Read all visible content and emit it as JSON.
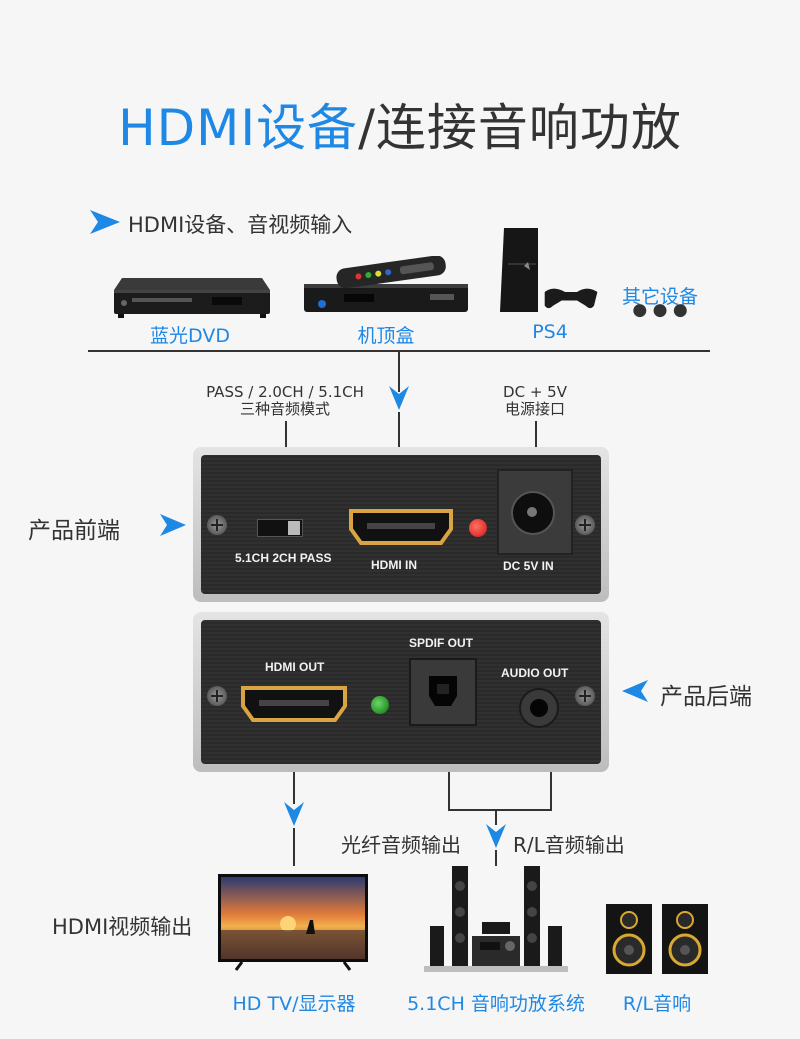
{
  "title": {
    "highlight": "HDMI设备",
    "rest": "/连接音响功放"
  },
  "input_section": {
    "heading": "HDMI设备、音视频输入",
    "devices": [
      {
        "label": "蓝光DVD"
      },
      {
        "label": "机顶盒"
      },
      {
        "label": "PS4"
      }
    ],
    "other_devices": "其它设备",
    "ellipsis": "● ● ●"
  },
  "front_notes": {
    "mode_line1": "PASS / 2.0CH / 5.1CH",
    "mode_line2": "三种音频模式",
    "power_line1": "DC + 5V",
    "power_line2": "电源接口"
  },
  "front_panel": {
    "side_label": "产品前端",
    "switch_label": "5.1CH 2CH PASS",
    "hdmi_in_label": "HDMI IN",
    "dc_label": "DC 5V IN"
  },
  "rear_panel": {
    "side_label": "产品后端",
    "hdmi_out_label": "HDMI OUT",
    "spdif_label": "SPDIF OUT",
    "audio_label": "AUDIO OUT"
  },
  "outputs": {
    "optical": "光纤音频输出",
    "rl": "R/L音频输出",
    "hdmi_video": "HDMI视频输出",
    "tv": "HD TV/显示器",
    "amp": "5.1CH 音响功放系统",
    "speakers": "R/L音响"
  },
  "colors": {
    "accent": "#1e88e5",
    "text": "#333333",
    "red_led": "#e53935",
    "green_led": "#2e9d2e"
  }
}
